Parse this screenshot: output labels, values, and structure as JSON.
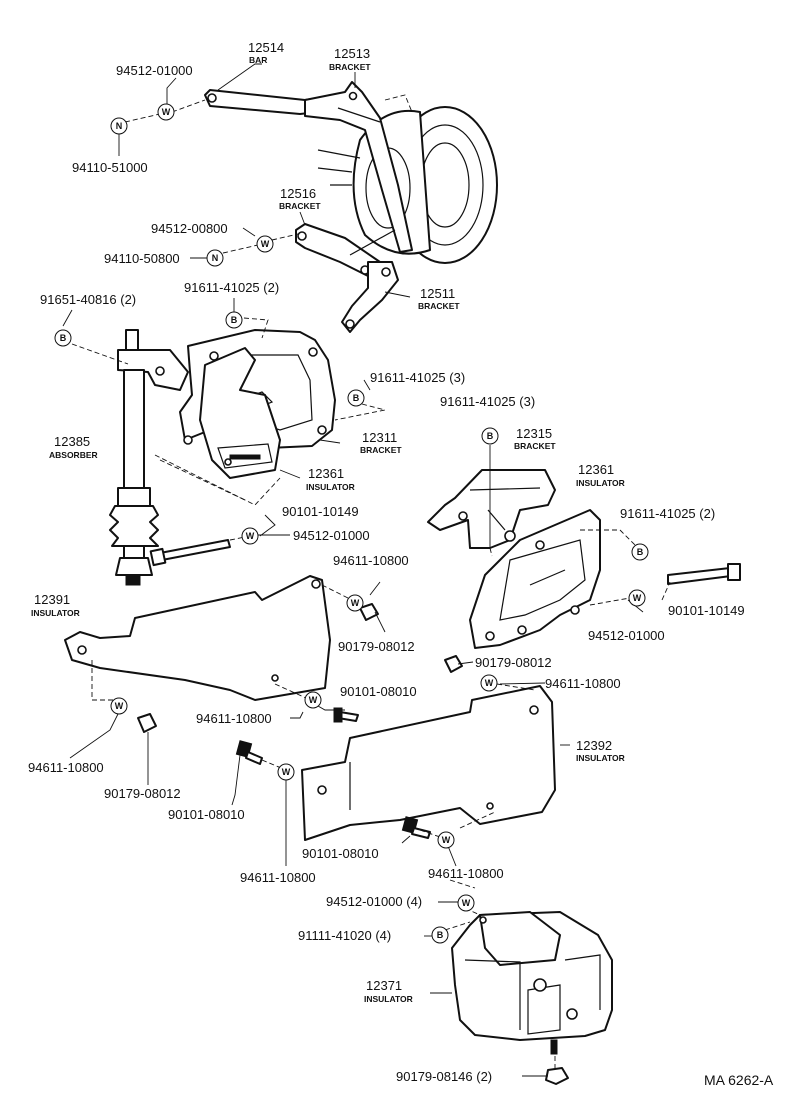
{
  "parts": {
    "p12514": {
      "num": "12514",
      "name": "BAR"
    },
    "p12513": {
      "num": "12513",
      "name": "BRACKET"
    },
    "p12516": {
      "num": "12516",
      "name": "BRACKET"
    },
    "p12511": {
      "num": "12511",
      "name": "BRACKET"
    },
    "p12385": {
      "num": "12385",
      "name": "ABSORBER"
    },
    "p12311": {
      "num": "12311",
      "name": "BRACKET"
    },
    "p12361a": {
      "num": "12361",
      "name": "INSULATOR"
    },
    "p12315": {
      "num": "12315",
      "name": "BRACKET"
    },
    "p12361b": {
      "num": "12361",
      "name": "INSULATOR"
    },
    "p12391": {
      "num": "12391",
      "name": "INSULATOR"
    },
    "p12392": {
      "num": "12392",
      "name": "INSULATOR"
    },
    "p12371": {
      "num": "12371",
      "name": "INSULATOR"
    }
  },
  "callouts": {
    "c1": "94512-01000",
    "c2": "94110-51000",
    "c3": "94512-00800",
    "c4": "94110-50800",
    "c5": "91651-40816 (2)",
    "c6": "91611-41025 (2)",
    "c7": "91611-41025 (3)",
    "c8": "91611-41025 (3)",
    "c9": "90101-10149",
    "c10": "94512-01000",
    "c11": "94611-10800",
    "c12": "90179-08012",
    "c13": "91611-41025 (2)",
    "c14": "90101-10149",
    "c15": "94512-01000",
    "c16": "90179-08012",
    "c17": "94611-10800",
    "c18": "90101-08010",
    "c19": "94611-10800",
    "c20": "94611-10800",
    "c21": "90179-08012",
    "c22": "90101-08010",
    "c23": "90101-08010",
    "c24": "94611-10800",
    "c25": "94611-10800",
    "c26": "94512-01000 (4)",
    "c27": "91111-41020 (4)",
    "c28": "90179-08146 (2)"
  },
  "markers": {
    "washer": "W",
    "nut": "N",
    "bolt": "B"
  },
  "reference": "MA 6262-A"
}
